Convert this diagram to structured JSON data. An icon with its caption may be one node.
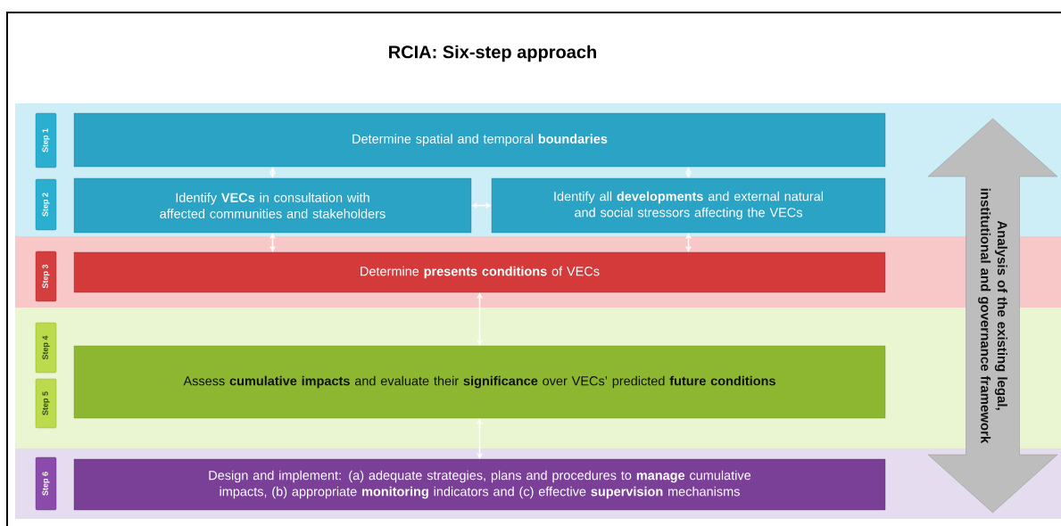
{
  "diagram": {
    "title": "RCIA: Six-step approach",
    "nodes": [
      {
        "text": [
          "Step 1"
        ]
      },
      {
        "text": [
          "Determine spatial and temporal **boundaries**"
        ]
      },
      {
        "text": [
          "Step 2"
        ]
      },
      {
        "text": [
          "Identify **VECs** in consultation with affected communities and stakeholders"
        ]
      },
      {
        "text": [
          "Identify all **developments** and external natural and social stressors affecting the VECs"
        ]
      },
      {
        "text": [
          "Step 3"
        ]
      },
      {
        "text": [
          "Determine **presents conditions** of VECs"
        ]
      },
      {
        "text": [
          "Step 4"
        ]
      },
      {
        "text": [
          "Step 5"
        ]
      },
      {
        "text": [
          "Assess **cumulative impacts** and evaluate their **significance** over VECs’ predicted **future conditions**"
        ]
      },
      {
        "text": [
          "Step 6"
        ]
      },
      {
        "text": [
          "Design and implement: (a) adequate strategies, plans and procedures to **manage** cumulative impacts, (b) appropriate **monitoring** indicators and (c) effective **supervision** mechanisms"
        ]
      },
      {
        "text": [
          "Analysis of the existing legal, institutional and governance framework"
        ]
      }
    ],
    "edges": [
      {
        "from": 1,
        "to": 3,
        "arrow": "both"
      },
      {
        "from": 1,
        "to": 4,
        "arrow": "both"
      },
      {
        "from": 3,
        "to": 4,
        "arrow": "both"
      },
      {
        "from": 3,
        "to": 6,
        "arrow": "both"
      },
      {
        "from": 4,
        "to": 6,
        "arrow": "both"
      },
      {
        "from": 6,
        "to": 9,
        "arrow": "both"
      },
      {
        "from": 9,
        "to": 11,
        "arrow": "both"
      }
    ]
  }
}
